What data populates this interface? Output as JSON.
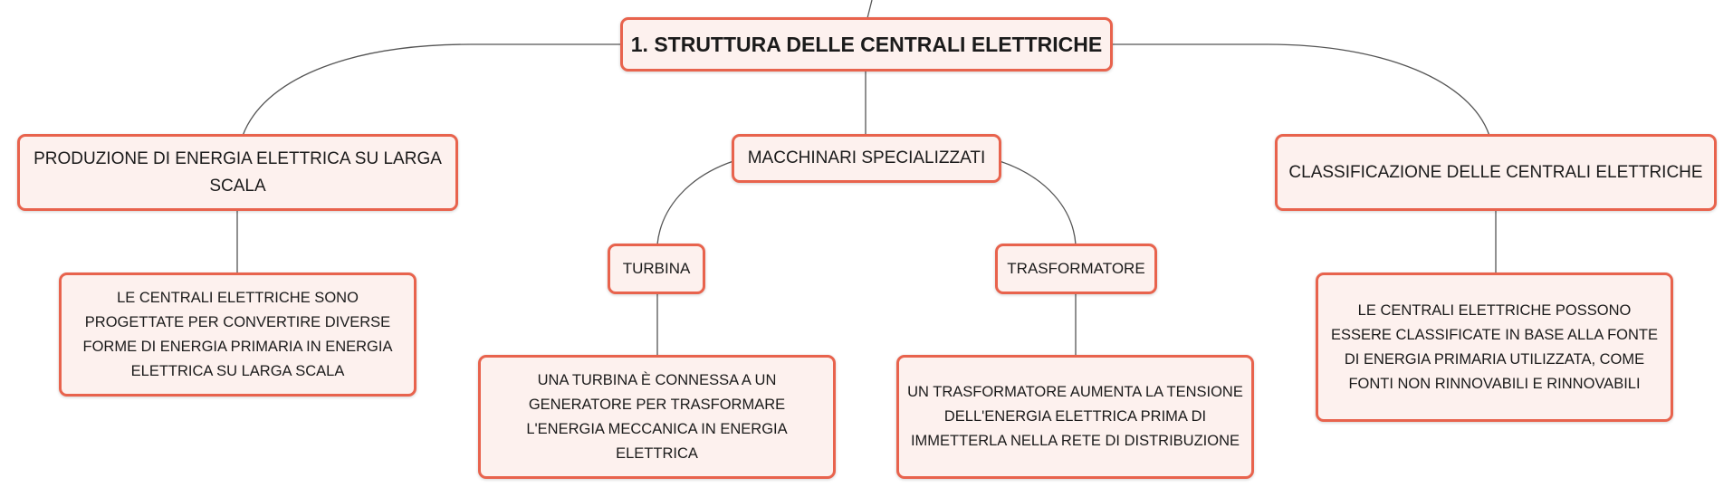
{
  "root": {
    "label": "1. STRUTTURA DELLE CENTRALI ELETTRICHE"
  },
  "branches": {
    "production": {
      "label": "PRODUZIONE DI ENERGIA ELETTRICA SU LARGA SCALA",
      "detail": "LE CENTRALI ELETTRICHE SONO PROGETTATE PER CONVERTIRE DIVERSE FORME DI ENERGIA PRIMARIA IN ENERGIA ELETTRICA SU LARGA SCALA"
    },
    "machinery": {
      "label": "MACCHINARI SPECIALIZZATI",
      "children": {
        "turbine": {
          "label": "TURBINA",
          "detail": "UNA TURBINA È CONNESSA A UN GENERATORE PER TRASFORMARE L'ENERGIA MECCANICA IN ENERGIA ELETTRICA"
        },
        "transformer": {
          "label": "TRASFORMATORE",
          "detail": "UN TRASFORMATORE AUMENTA LA TENSIONE DELL'ENERGIA ELETTRICA PRIMA DI IMMETTERLA NELLA RETE DI DISTRIBUZIONE"
        }
      }
    },
    "classification": {
      "label": "CLASSIFICAZIONE DELLE CENTRALI ELETTRICHE",
      "detail": "LE CENTRALI ELETTRICHE POSSONO ESSERE CLASSIFICATE IN BASE ALLA FONTE DI ENERGIA PRIMARIA UTILIZZATA, COME FONTI NON RINNOVABILI E RINNOVABILI"
    }
  },
  "colors": {
    "node_border": "#e8634d",
    "node_fill": "#fdf1ee",
    "connector": "#555555"
  }
}
